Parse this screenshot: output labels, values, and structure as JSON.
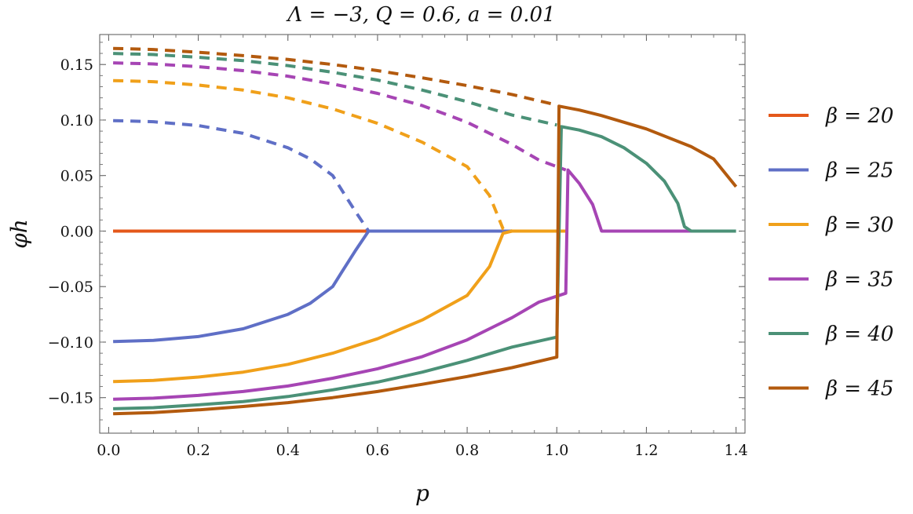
{
  "chart_data": {
    "type": "line",
    "title": "Λ = −3,    Q = 0.6,    a = 0.01",
    "xlabel": "p",
    "ylabel": "φh",
    "xlim": [
      -0.02,
      1.42
    ],
    "ylim": [
      -0.182,
      0.177
    ],
    "xticks": [
      0.0,
      0.2,
      0.4,
      0.6,
      0.8,
      1.0,
      1.2,
      1.4
    ],
    "xtick_labels": [
      "0.0",
      "0.2",
      "0.4",
      "0.6",
      "0.8",
      "1.0",
      "1.2",
      "1.4"
    ],
    "yticks": [
      -0.15,
      -0.1,
      -0.05,
      0.0,
      0.05,
      0.1,
      0.15
    ],
    "ytick_labels": [
      "−0.15",
      "−0.10",
      "−0.05",
      "0.00",
      "0.05",
      "0.10",
      "0.15"
    ],
    "legend_position": "right",
    "grid": false,
    "series": [
      {
        "name": "β = 20",
        "color": "#E4581A",
        "solid": [
          [
            0.01,
            0.0
          ],
          [
            0.58,
            0.0
          ],
          [
            0.9,
            0.0
          ],
          [
            1.0,
            0.0
          ]
        ],
        "dashed": [
          [
            0.01,
            0.0
          ],
          [
            0.58,
            0.0
          ]
        ]
      },
      {
        "name": "β = 25",
        "color": "#5F6FC6",
        "solid": [
          [
            0.01,
            -0.0995
          ],
          [
            0.1,
            -0.0985
          ],
          [
            0.2,
            -0.095
          ],
          [
            0.3,
            -0.088
          ],
          [
            0.4,
            -0.075
          ],
          [
            0.45,
            -0.065
          ],
          [
            0.5,
            -0.05
          ],
          [
            0.52,
            -0.037
          ],
          [
            0.55,
            -0.018
          ],
          [
            0.58,
            0.0
          ],
          [
            1.0,
            0.0
          ]
        ],
        "dashed": [
          [
            0.01,
            0.0995
          ],
          [
            0.1,
            0.0985
          ],
          [
            0.2,
            0.095
          ],
          [
            0.3,
            0.088
          ],
          [
            0.4,
            0.075
          ],
          [
            0.45,
            0.065
          ],
          [
            0.5,
            0.05
          ],
          [
            0.52,
            0.037
          ],
          [
            0.55,
            0.018
          ],
          [
            0.58,
            0.0
          ]
        ]
      },
      {
        "name": "β = 30",
        "color": "#F0A01A",
        "solid": [
          [
            0.01,
            -0.1355
          ],
          [
            0.1,
            -0.1345
          ],
          [
            0.2,
            -0.1315
          ],
          [
            0.3,
            -0.127
          ],
          [
            0.4,
            -0.12
          ],
          [
            0.5,
            -0.11
          ],
          [
            0.6,
            -0.097
          ],
          [
            0.7,
            -0.08
          ],
          [
            0.8,
            -0.058
          ],
          [
            0.85,
            -0.032
          ],
          [
            0.88,
            -0.002
          ],
          [
            0.9,
            0.0
          ],
          [
            1.02,
            0.0
          ]
        ],
        "dashed": [
          [
            0.01,
            0.1355
          ],
          [
            0.1,
            0.1345
          ],
          [
            0.2,
            0.1315
          ],
          [
            0.3,
            0.127
          ],
          [
            0.4,
            0.12
          ],
          [
            0.5,
            0.11
          ],
          [
            0.6,
            0.097
          ],
          [
            0.7,
            0.08
          ],
          [
            0.8,
            0.058
          ],
          [
            0.85,
            0.032
          ],
          [
            0.88,
            0.002
          ],
          [
            0.9,
            0.0
          ]
        ]
      },
      {
        "name": "β = 35",
        "color": "#A645B4",
        "solid": [
          [
            0.01,
            -0.1515
          ],
          [
            0.1,
            -0.1505
          ],
          [
            0.2,
            -0.148
          ],
          [
            0.3,
            -0.1445
          ],
          [
            0.4,
            -0.1395
          ],
          [
            0.5,
            -0.1325
          ],
          [
            0.6,
            -0.124
          ],
          [
            0.7,
            -0.113
          ],
          [
            0.8,
            -0.098
          ],
          [
            0.9,
            -0.078
          ],
          [
            0.96,
            -0.064
          ],
          [
            1.02,
            -0.056
          ],
          [
            1.025,
            0.055
          ],
          [
            1.05,
            0.043
          ],
          [
            1.08,
            0.024
          ],
          [
            1.1,
            0.0
          ],
          [
            1.3,
            0.0
          ]
        ],
        "dashed": [
          [
            0.01,
            0.1515
          ],
          [
            0.1,
            0.1505
          ],
          [
            0.2,
            0.148
          ],
          [
            0.3,
            0.1445
          ],
          [
            0.4,
            0.1395
          ],
          [
            0.5,
            0.1325
          ],
          [
            0.6,
            0.124
          ],
          [
            0.7,
            0.113
          ],
          [
            0.8,
            0.098
          ],
          [
            0.9,
            0.078
          ],
          [
            0.96,
            0.064
          ],
          [
            1.02,
            0.055
          ]
        ]
      },
      {
        "name": "β = 40",
        "color": "#4B9177",
        "solid": [
          [
            0.01,
            -0.16
          ],
          [
            0.1,
            -0.159
          ],
          [
            0.2,
            -0.1565
          ],
          [
            0.3,
            -0.1535
          ],
          [
            0.4,
            -0.149
          ],
          [
            0.5,
            -0.143
          ],
          [
            0.6,
            -0.136
          ],
          [
            0.7,
            -0.127
          ],
          [
            0.8,
            -0.1165
          ],
          [
            0.9,
            -0.1045
          ],
          [
            1.0,
            -0.0955
          ],
          [
            1.01,
            0.094
          ],
          [
            1.05,
            0.091
          ],
          [
            1.1,
            0.085
          ],
          [
            1.15,
            0.075
          ],
          [
            1.2,
            0.061
          ],
          [
            1.24,
            0.045
          ],
          [
            1.27,
            0.025
          ],
          [
            1.285,
            0.004
          ],
          [
            1.3,
            0.0
          ],
          [
            1.4,
            0.0
          ]
        ],
        "dashed": [
          [
            0.01,
            0.16
          ],
          [
            0.1,
            0.159
          ],
          [
            0.2,
            0.1565
          ],
          [
            0.3,
            0.1535
          ],
          [
            0.4,
            0.149
          ],
          [
            0.5,
            0.143
          ],
          [
            0.6,
            0.136
          ],
          [
            0.7,
            0.127
          ],
          [
            0.8,
            0.1165
          ],
          [
            0.9,
            0.1045
          ],
          [
            1.0,
            0.0955
          ]
        ]
      },
      {
        "name": "β = 45",
        "color": "#B35A0E",
        "solid": [
          [
            0.01,
            -0.1645
          ],
          [
            0.1,
            -0.1635
          ],
          [
            0.2,
            -0.161
          ],
          [
            0.3,
            -0.158
          ],
          [
            0.4,
            -0.1545
          ],
          [
            0.5,
            -0.15
          ],
          [
            0.6,
            -0.1445
          ],
          [
            0.7,
            -0.138
          ],
          [
            0.8,
            -0.131
          ],
          [
            0.9,
            -0.123
          ],
          [
            1.0,
            -0.1135
          ],
          [
            1.005,
            0.1125
          ],
          [
            1.05,
            0.109
          ],
          [
            1.1,
            0.104
          ],
          [
            1.2,
            0.092
          ],
          [
            1.3,
            0.076
          ],
          [
            1.35,
            0.065
          ],
          [
            1.4,
            0.04
          ]
        ],
        "dashed": [
          [
            0.01,
            0.1645
          ],
          [
            0.1,
            0.1635
          ],
          [
            0.2,
            0.161
          ],
          [
            0.3,
            0.158
          ],
          [
            0.4,
            0.1545
          ],
          [
            0.5,
            0.15
          ],
          [
            0.6,
            0.1445
          ],
          [
            0.7,
            0.138
          ],
          [
            0.8,
            0.131
          ],
          [
            0.9,
            0.123
          ],
          [
            1.0,
            0.1135
          ]
        ]
      }
    ]
  }
}
